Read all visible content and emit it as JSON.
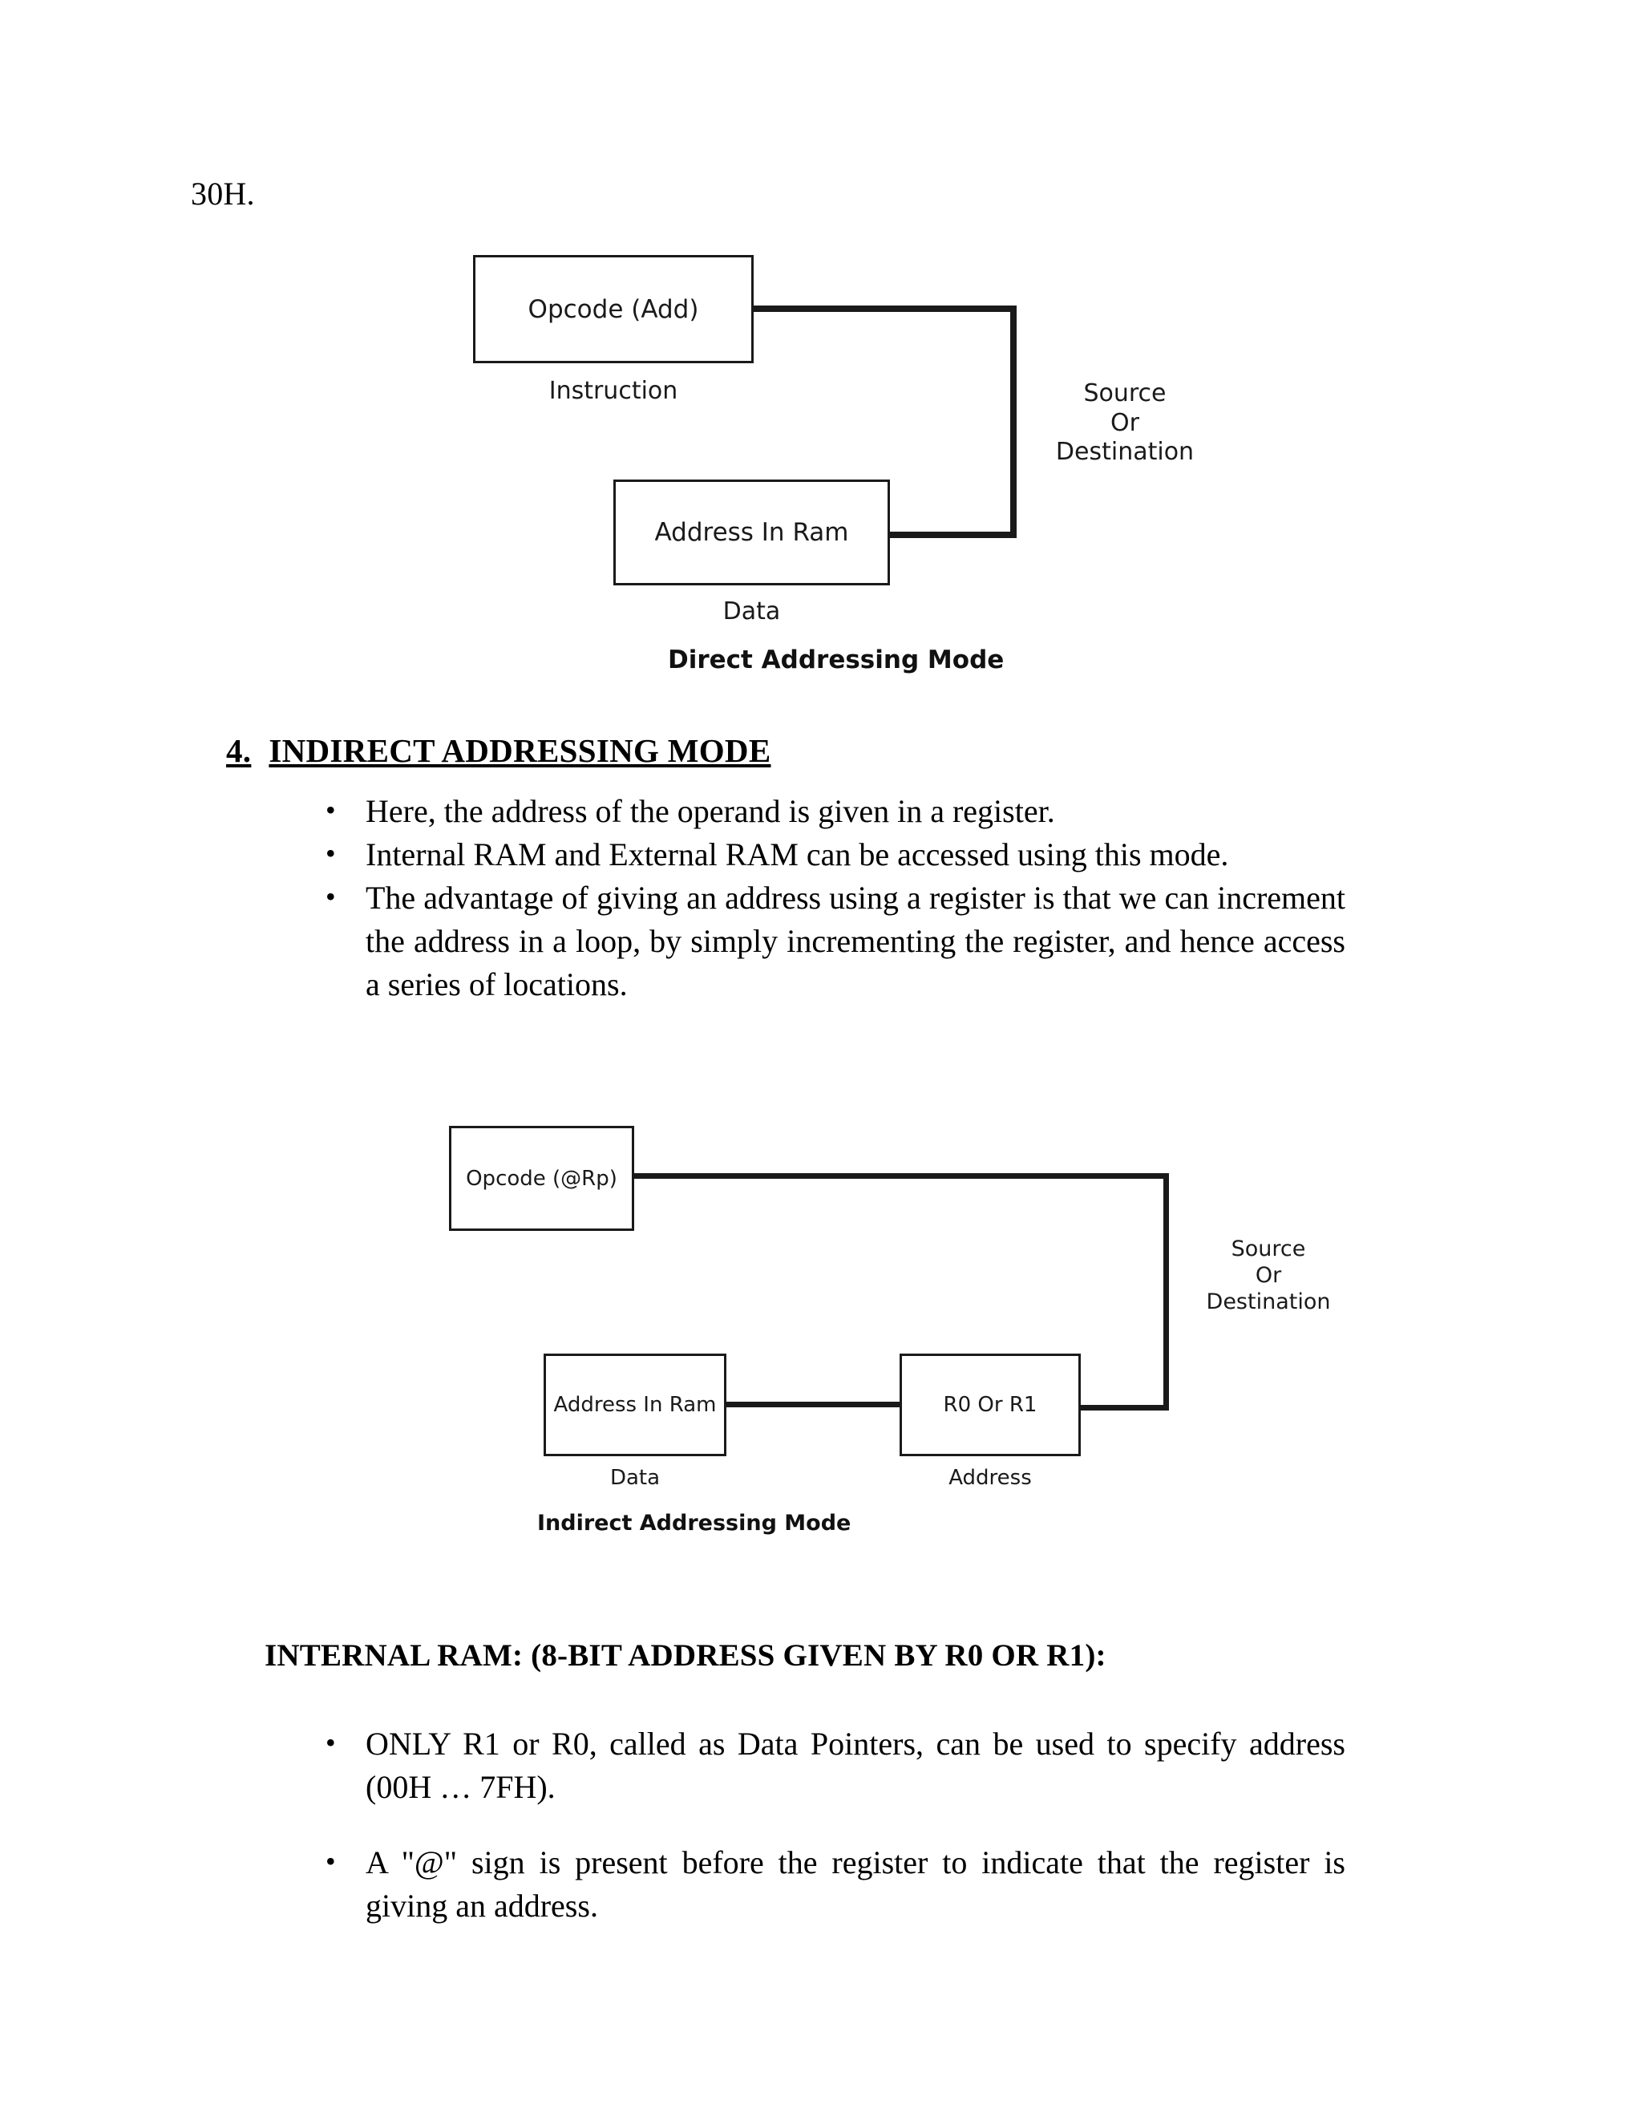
{
  "page": {
    "top_note": "30H."
  },
  "diagram_direct": {
    "opcode_box": "Opcode (Add)",
    "opcode_caption": "Instruction",
    "ram_box": "Address In Ram",
    "ram_caption": "Data",
    "source_or_destination": [
      "Source",
      "Or",
      "Destination"
    ],
    "title": "Direct Addressing Mode"
  },
  "section": {
    "number": "4.",
    "title": "INDIRECT ADDRESSING MODE",
    "bullets": [
      "Here, the address of the operand is given in a register.",
      "Internal RAM and External RAM can be accessed using this mode.",
      "The advantage of giving an address using a register is that we can increment the address in a loop, by simply incrementing the register, and hence access a series of locations."
    ]
  },
  "diagram_indirect": {
    "opcode_box": "Opcode (@Rp)",
    "ram_box": "Address In Ram",
    "ram_caption": "Data",
    "register_box": "R0 Or R1",
    "register_caption": "Address",
    "source_or_destination": [
      "Source",
      "Or",
      "Destination"
    ],
    "title": "Indirect Addressing Mode"
  },
  "internal_ram": {
    "heading": "INTERNAL RAM: (8-BIT ADDRESS GIVEN BY R0 OR R1):",
    "bullets": [
      "ONLY R1 or R0, called as Data Pointers, can be used to specify address (00H … 7FH).",
      "A \"@\" sign is present before the register to indicate that the register is giving an address."
    ]
  },
  "colors": {
    "ink": "#1a1a1a",
    "paper": "#ffffff"
  }
}
